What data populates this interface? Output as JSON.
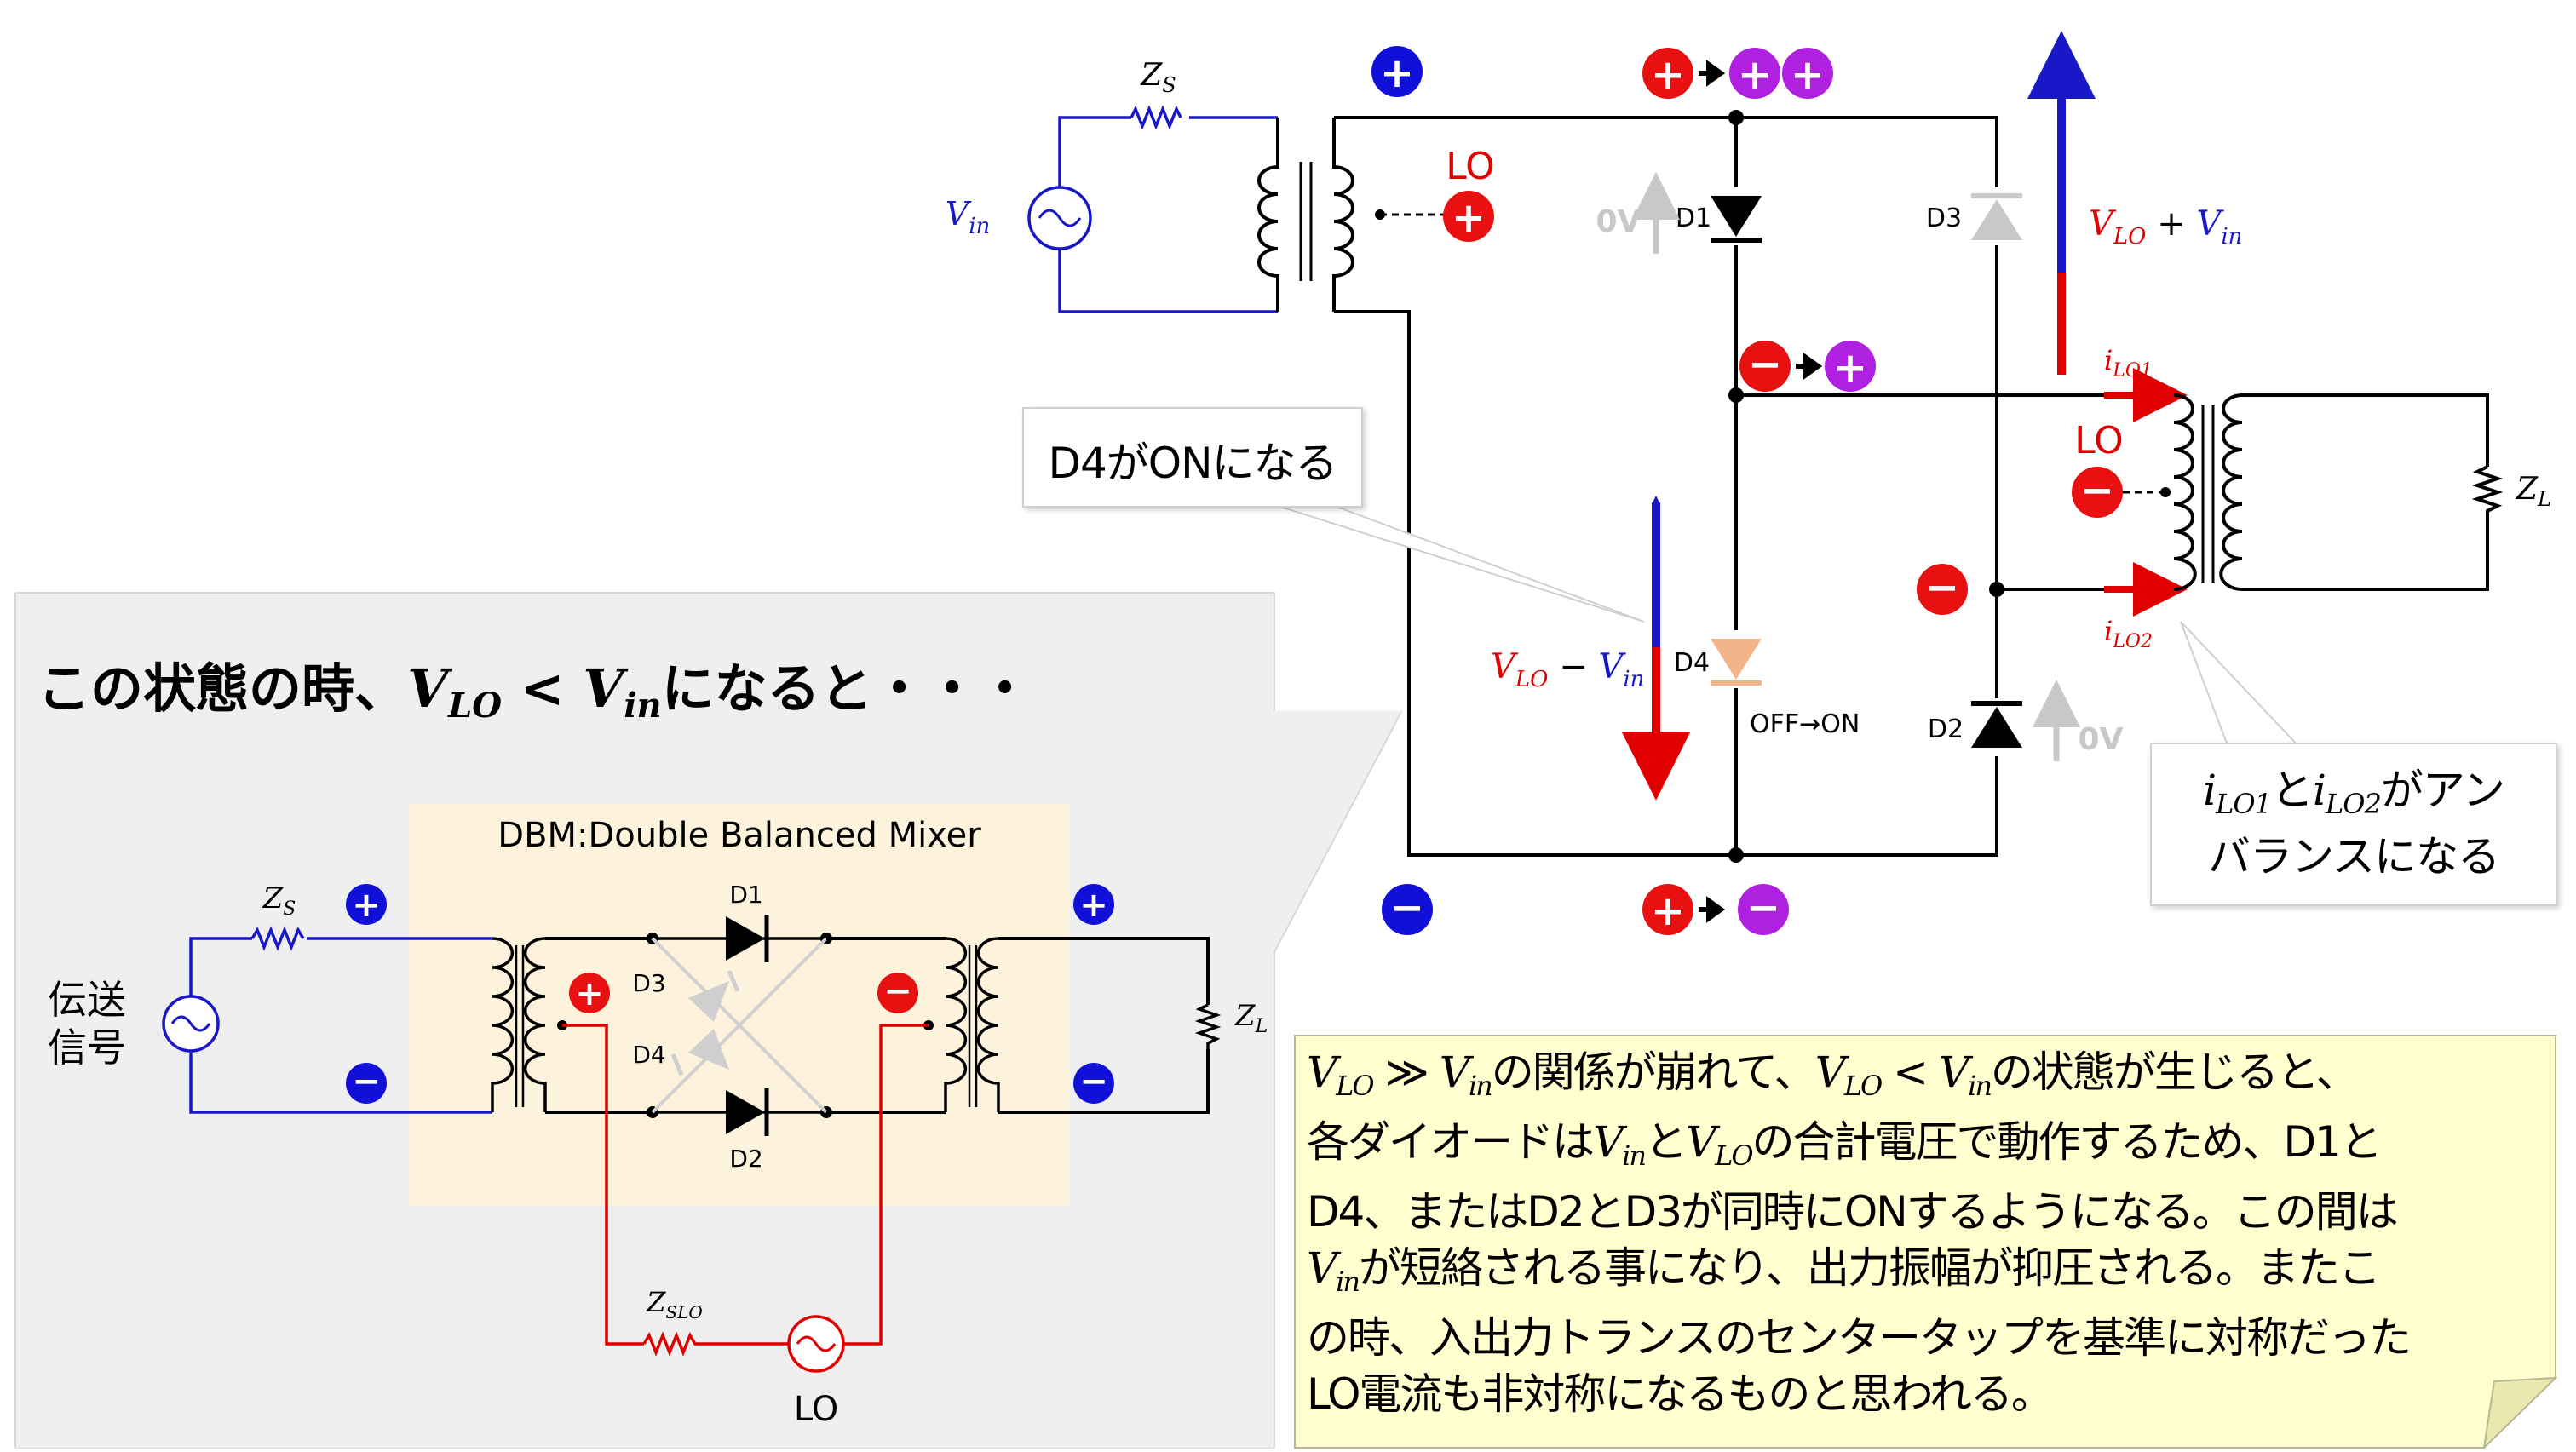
{
  "headline": {
    "prefix": "この状態の時、",
    "v_lo": "V",
    "v_lo_sub": "LO",
    "lt": " < ",
    "v_in": "V",
    "v_in_sub": "in",
    "suffix": "になると・・・"
  },
  "dbm": {
    "title": "DBM:Double Balanced Mixer",
    "source_label": "伝送\n信号",
    "source_label_l1": "伝送",
    "source_label_l2": "信号",
    "zs_main": "Z",
    "zs_sub": "S",
    "zl_main": "Z",
    "zl_sub": "L",
    "zslo_main": "Z",
    "zslo_sub": "SLO",
    "lo_label": "LO",
    "d1": "D1",
    "d2": "D2",
    "d3": "D3",
    "d4": "D4"
  },
  "main": {
    "zs_main": "Z",
    "zs_sub": "S",
    "vin_main": "V",
    "vin_sub": "in",
    "lo_top": "LO",
    "lo_right": "LO",
    "d1": "D1",
    "d2": "D2",
    "d3": "D3",
    "d4": "D4",
    "zero_v_top": "0V",
    "zero_v_bottom": "0V",
    "off_on": "OFF→ON",
    "vlo_plus_vin": {
      "a": "V",
      "a_sub": "LO",
      "op": " + ",
      "b": "V",
      "b_sub": "in"
    },
    "vlo_minus_vin": {
      "a": "V",
      "a_sub": "LO",
      "op": " − ",
      "b": "V",
      "b_sub": "in"
    },
    "ilo1": {
      "main": "i",
      "sub": "LO1"
    },
    "ilo2": {
      "main": "i",
      "sub": "LO2"
    },
    "zl_main": "Z",
    "zl_sub": "L"
  },
  "callouts": {
    "d4_on": "D4がONになる",
    "unbalance": {
      "i1": "i",
      "i1_sub": "LO1",
      "and": "と",
      "i2": "i",
      "i2_sub": "LO2",
      "rest1": "がアン",
      "rest2": "バランスになる"
    }
  },
  "note": {
    "line1": {
      "a": "V",
      "a_sub": "LO",
      "op1": " ≫ ",
      "b": "V",
      "b_sub": "in",
      "t1": "の関係が崩れて、",
      "c": "V",
      "c_sub": "LO",
      "op2": " < ",
      "d": "V",
      "d_sub": "in",
      "t2": "の状態が生じると、"
    },
    "line2": {
      "t1": "各ダイオードは",
      "a": "V",
      "a_sub": "in",
      "t2": "と",
      "b": "V",
      "b_sub": "LO",
      "t3": "の合計電圧で動作するため、D1と"
    },
    "line3": "D4、またはD2とD3が同時にONするようになる。この間は",
    "line4": {
      "a": "V",
      "a_sub": "in",
      "t": "が短絡される事になり、出力振幅が抑圧される。またこ"
    },
    "line5": "の時、入出力トランスのセンタータップを基準に対称だった",
    "line6": "LO電流も非対称になるものと思われる。"
  },
  "colors": {
    "blue": "#1818c8",
    "red": "#e00000",
    "purple": "#b020e0",
    "panel": "#efefef",
    "dbm_bg": "#fdf3dd",
    "note_bg": "#ffffd0",
    "diode_gray": "#c8c8c8",
    "diode_orange": "#f2b488"
  },
  "icons": [
    "plus-icon",
    "minus-icon",
    "ac-source-icon",
    "diode-icon",
    "resistor-icon",
    "transformer-icon",
    "arrow-right-icon"
  ]
}
